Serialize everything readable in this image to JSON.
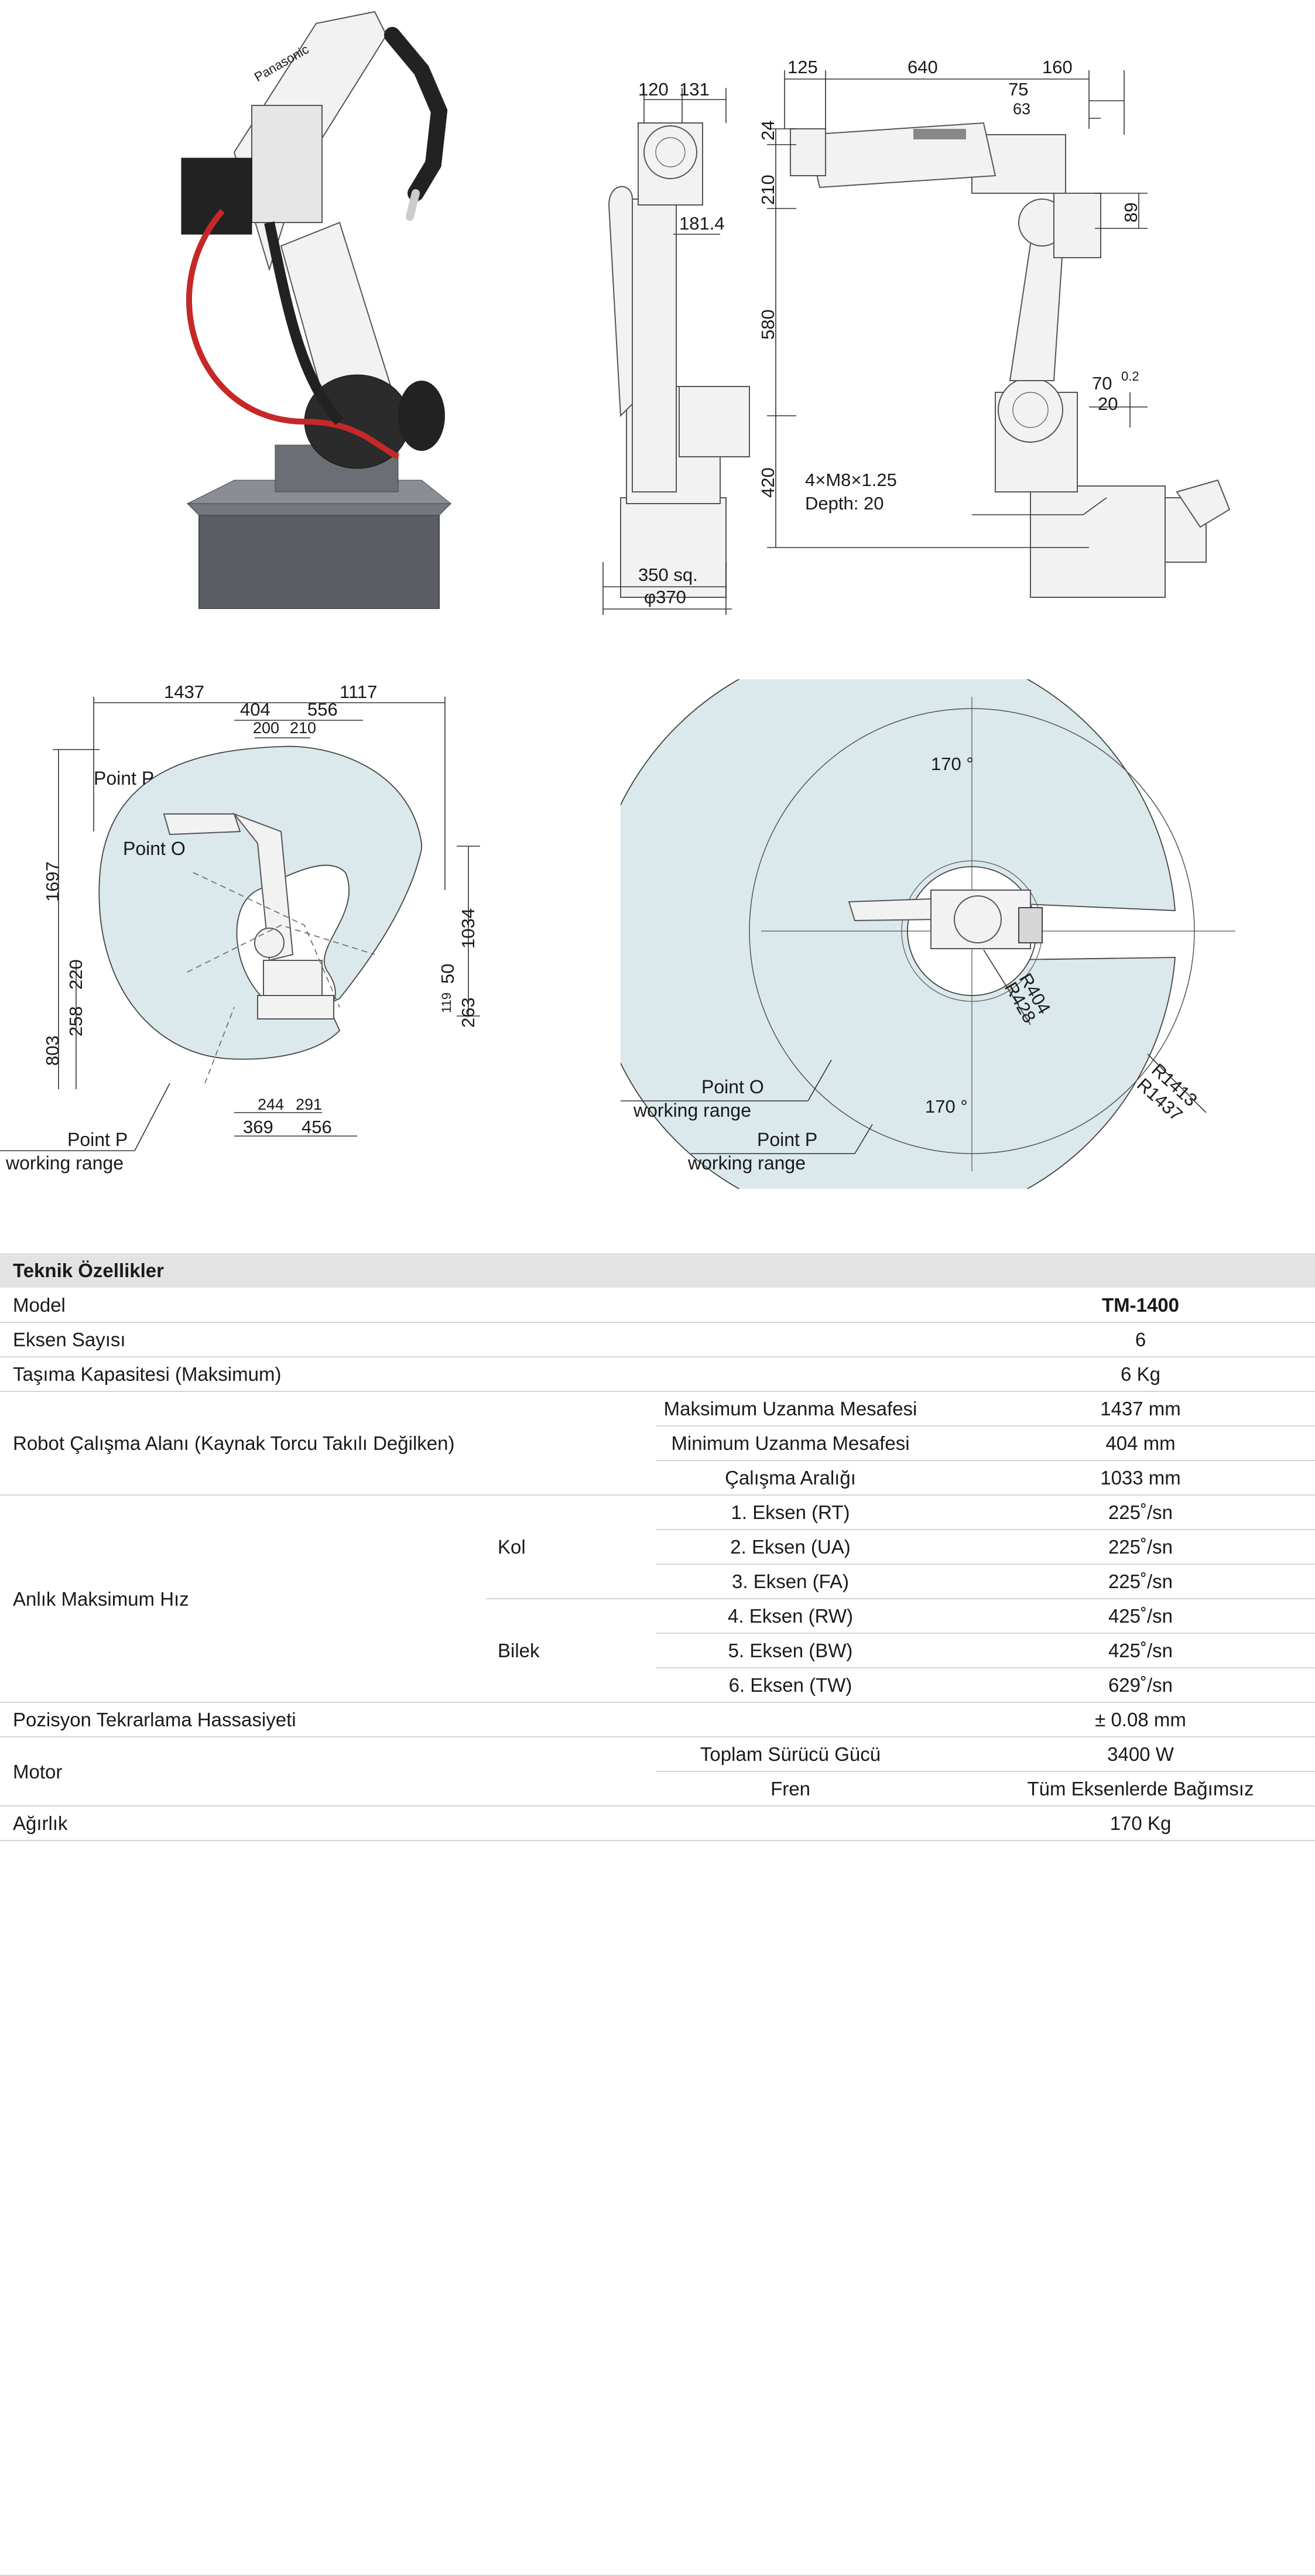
{
  "side_view": {
    "dims": [
      "120",
      "131",
      "125",
      "640",
      "160",
      "75",
      "63",
      "210",
      "24",
      "89",
      "181.4",
      "580",
      "420",
      "70",
      "0.2",
      "20",
      "4×M8×1.25",
      "Depth: 20",
      "350 sq.",
      "φ370"
    ]
  },
  "working_range_side": {
    "dims": [
      "1437",
      "1117",
      "404",
      "556",
      "200",
      "210",
      "1697",
      "220",
      "258",
      "803",
      "1034",
      "50",
      "119",
      "263",
      "244",
      "291",
      "369",
      "456"
    ],
    "point_p": "Point P",
    "point_o": "Point O",
    "p_range_1": "Point P",
    "p_range_2": "working range"
  },
  "working_range_top": {
    "angle_top": "170 °",
    "angle_bottom": "170 °",
    "r404": "R404",
    "r428": "R428",
    "r1413": "R1413",
    "r1437": "R1437",
    "o_range_1": "Point O",
    "o_range_2": "working range",
    "p_range_1": "Point P",
    "p_range_2": "working range"
  },
  "robot_photo": {
    "brand": "Panasonic"
  },
  "spec": {
    "title": "Teknik Özellikler",
    "model_label": "Model",
    "model_value": "TM-1400",
    "axes_label": "Eksen Sayısı",
    "axes_value": "6",
    "payload_label": "Taşıma Kapasitesi (Maksimum)",
    "payload_value": "6 Kg",
    "area_label": "Robot Çalışma Alanı (Kaynak Torcu Takılı Değilken)",
    "area_rows": [
      {
        "sub": "Maksimum Uzanma Mesafesi",
        "val": "1437 mm"
      },
      {
        "sub": "Minimum Uzanma Mesafesi",
        "val": "404 mm"
      },
      {
        "sub": "Çalışma Aralığı",
        "val": "1033 mm"
      }
    ],
    "speed_label": "Anlık Maksimum Hız",
    "arm_label": "Kol",
    "wrist_label": "Bilek",
    "speed_rows": [
      {
        "sub": "1. Eksen (RT)",
        "val": "225˚/sn"
      },
      {
        "sub": "2. Eksen (UA)",
        "val": "225˚/sn"
      },
      {
        "sub": "3. Eksen (FA)",
        "val": "225˚/sn"
      },
      {
        "sub": "4. Eksen (RW)",
        "val": "425˚/sn"
      },
      {
        "sub": "5. Eksen (BW)",
        "val": "425˚/sn"
      },
      {
        "sub": "6. Eksen (TW)",
        "val": "629˚/sn"
      }
    ],
    "repeat_label": "Pozisyon Tekrarlama Hassasiyeti",
    "repeat_value": "± 0.08 mm",
    "motor_label": "Motor",
    "motor_rows": [
      {
        "sub": "Toplam Sürücü Gücü",
        "val": "3400 W"
      },
      {
        "sub": "Fren",
        "val": "Tüm Eksenlerde Bağımsız"
      }
    ],
    "weight_label": "Ağırlık",
    "weight_value": "170 Kg"
  }
}
